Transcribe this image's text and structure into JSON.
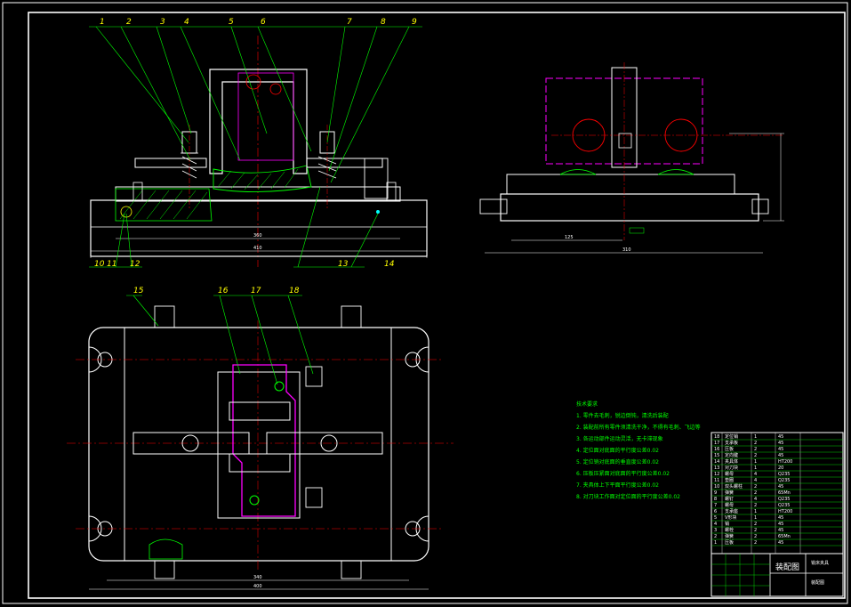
{
  "drawing": {
    "part_numbers": [
      "1",
      "2",
      "3",
      "4",
      "5",
      "6",
      "7",
      "8",
      "9",
      "10",
      "11",
      "12",
      "13",
      "14",
      "15",
      "16",
      "17",
      "18"
    ],
    "technical_notes": {
      "heading": "技术要求",
      "lines": [
        "1. 零件去毛刺，锐边倒钝，清洗后装配",
        "2. 装配前所有零件须清洗干净，不得有毛刺、飞边等",
        "3. 各运动部件运动灵活，无卡滞现象",
        "4. 定位面对底面的平行度公差0.02",
        "5. 定位销对底面的垂直度公差0.02",
        "6. 压板压紧面对底面的平行度公差0.02",
        "7. 夹具体上下平面平行度公差0.02",
        "8. 对刀块工作面对定位面的平行度公差0.02"
      ]
    },
    "title_block": {
      "drawing_name": "装配图",
      "subtitle": "铣床夹具",
      "unit_text": "装配图",
      "bom_rows": [
        [
          "18",
          "定位销",
          "1",
          "45"
        ],
        [
          "17",
          "支承板",
          "2",
          "45"
        ],
        [
          "16",
          "压板",
          "2",
          "45"
        ],
        [
          "15",
          "定向键",
          "2",
          "45"
        ],
        [
          "14",
          "夹具体",
          "1",
          "HT200"
        ],
        [
          "13",
          "对刀块",
          "1",
          "20"
        ],
        [
          "12",
          "螺母",
          "4",
          "Q235"
        ],
        [
          "11",
          "垫圈",
          "4",
          "Q235"
        ],
        [
          "10",
          "双头螺柱",
          "2",
          "45"
        ],
        [
          "9",
          "弹簧",
          "2",
          "65Mn"
        ],
        [
          "8",
          "螺钉",
          "4",
          "Q235"
        ],
        [
          "7",
          "螺母",
          "2",
          "Q235"
        ],
        [
          "6",
          "支承座",
          "1",
          "HT200"
        ],
        [
          "5",
          "V形块",
          "1",
          "45"
        ],
        [
          "4",
          "销",
          "2",
          "45"
        ],
        [
          "3",
          "螺栓",
          "2",
          "45"
        ],
        [
          "2",
          "弹簧",
          "2",
          "65Mn"
        ],
        [
          "1",
          "压板",
          "2",
          "45"
        ]
      ]
    },
    "colors": {
      "background": "#000000",
      "outline": "#ffffff",
      "leader": "#00ff00",
      "label": "#ffff00",
      "center_line": "#ff0000",
      "workpiece": "#ff00ff",
      "hatch": "#00ff00",
      "section_blue": "#4a6cff",
      "cyan": "#00ffff"
    }
  }
}
